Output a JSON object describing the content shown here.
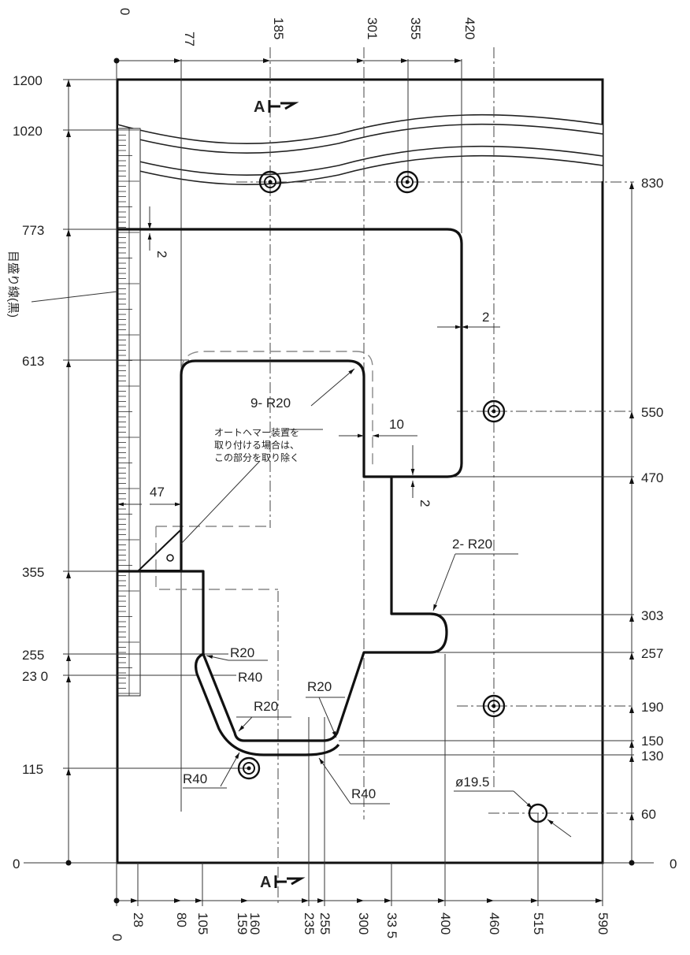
{
  "drawing": {
    "top_dims": [
      "0",
      "77",
      "185",
      "301",
      "355",
      "420"
    ],
    "left_dims": [
      "1200",
      "1020",
      "773",
      "613",
      "355",
      "255",
      "23 0",
      "115",
      "0"
    ],
    "right_dims": [
      "830",
      "550",
      "470",
      "303",
      "257",
      "190",
      "150",
      "130",
      "60",
      "0"
    ],
    "bottom_dims": [
      "0",
      "28",
      "80",
      "105",
      "159",
      "160",
      "235",
      "255",
      "300",
      "33 5",
      "400",
      "460",
      "515",
      "590"
    ],
    "callouts": {
      "gap_top": "2",
      "gap_right": "2",
      "gap_bottom": "2",
      "width_47": "47",
      "width_10": "10",
      "r20_9": "9- R20",
      "r20_2": "2- R20",
      "r20_a": "R20",
      "r20_b": "R20",
      "r20_c": "R20",
      "r40_a": "R40",
      "r40_b": "R40",
      "r40_c": "R40",
      "diameter": "ø19.5"
    },
    "scale_label": "目盛り線(黒)",
    "view_mark": "A",
    "note": [
      "オートヘマー装置を",
      "取り付ける場合は、",
      "この部分を取り除く"
    ]
  }
}
